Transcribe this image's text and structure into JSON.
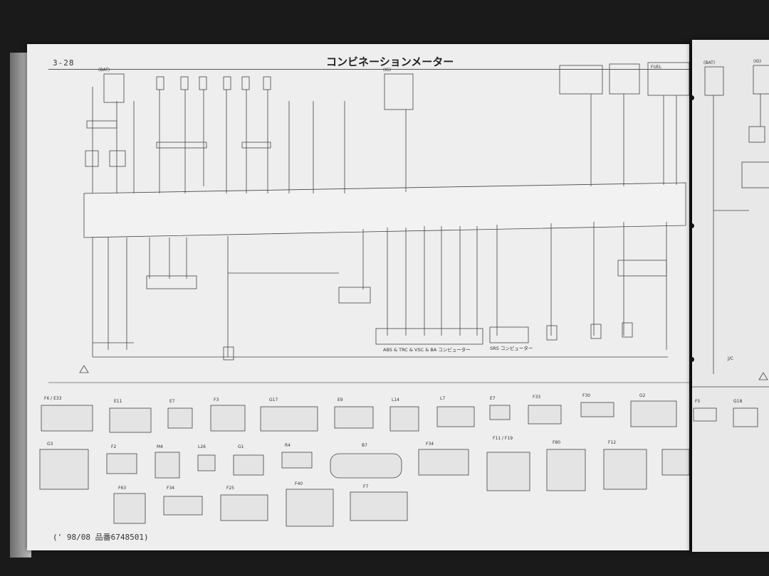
{
  "document": {
    "page_number": "3-28",
    "title": "コンビネーションメーター",
    "revision": "(' 98/08  品番6748501)"
  },
  "diagram": {
    "module_labels": [
      "ABS & TRC & VSC & BA コンピューター",
      "SRS コンピューター",
      "J/C",
      "FUEL"
    ],
    "header_labels": [
      "(BAT)",
      "(IG)"
    ],
    "connector_table": {
      "row1": [
        "F6 / E33",
        "E11",
        "E7",
        "F3",
        "G17",
        "E9",
        "L14",
        "L7",
        "E7",
        "F33",
        "F30",
        "G2"
      ],
      "row2": [
        "G3",
        "F2",
        "M4",
        "L26",
        "G1",
        "R4",
        "B7",
        "F34",
        "F11 / F19",
        "F80",
        "F12"
      ],
      "row3": [
        "F63",
        "F34",
        "F25",
        "F40",
        "F7"
      ]
    },
    "right_page_labels": [
      "(BAT)",
      "(IG)",
      "J/C",
      "F5",
      "G18"
    ]
  }
}
